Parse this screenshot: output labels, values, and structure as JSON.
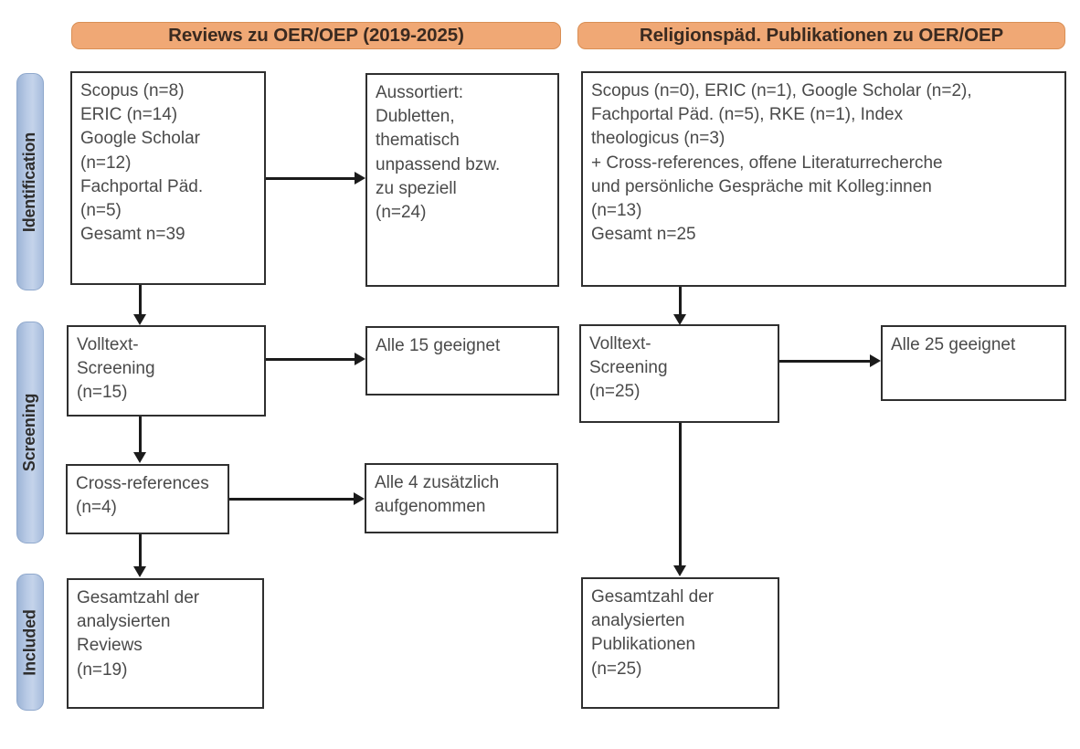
{
  "figure": {
    "kind": "prisma-flow-diagram",
    "colors": {
      "header_fill": "#f0a875",
      "header_border": "#d98f55",
      "stage_fill": "#b9cbe6",
      "stage_border": "#8fa8cc",
      "box_border": "#2f2f2f",
      "text": "#4a4a4a",
      "connector": "#1b1b1b",
      "background": "#ffffff"
    }
  },
  "columns": {
    "left": {
      "header": "Reviews zu OER/OEP (2019-2025)"
    },
    "right": {
      "header": "Religionspäd. Publikationen zu OER/OEP"
    }
  },
  "stages": [
    {
      "id": "identification",
      "label": "Identification"
    },
    {
      "id": "screening",
      "label": "Screening"
    },
    {
      "id": "included",
      "label": "Included"
    }
  ],
  "left_column": {
    "sources": {
      "lines": [
        "Scopus (n=8)",
        "ERIC (n=14)",
        "Google Scholar",
        "(n=12)",
        "Fachportal Päd.",
        "(n=5)",
        "Gesamt n=39"
      ]
    },
    "excluded": {
      "lines": [
        "Aussortiert:",
        "Dubletten,",
        "thematisch",
        "unpassend bzw.",
        "zu speziell",
        "(n=24)"
      ]
    },
    "fulltext": {
      "lines": [
        "Volltext-",
        "Screening",
        "(n=15)"
      ]
    },
    "all_suitable": {
      "lines": [
        "Alle 15 geeignet"
      ]
    },
    "cross_references": {
      "lines": [
        "Cross-references",
        "(n=4)"
      ]
    },
    "all_added": {
      "lines": [
        "Alle 4 zusätzlich",
        "aufgenommen"
      ]
    },
    "total": {
      "lines": [
        "Gesamtzahl der",
        "analysierten",
        "Reviews",
        "(n=19)"
      ]
    }
  },
  "right_column": {
    "sources": {
      "lines": [
        "Scopus (n=0), ERIC (n=1), Google Scholar (n=2),",
        "Fachportal Päd. (n=5), RKE (n=1), Index",
        "theologicus (n=3)",
        "+ Cross-references, offene Literaturrecherche",
        "und persönliche Gespräche mit Kolleg:innen",
        "(n=13)",
        "Gesamt n=25"
      ]
    },
    "fulltext": {
      "lines": [
        "Volltext-",
        "Screening",
        "(n=25)"
      ]
    },
    "all_suitable": {
      "lines": [
        "Alle 25 geeignet"
      ]
    },
    "total": {
      "lines": [
        "Gesamtzahl der",
        "analysierten",
        "Publikationen",
        "(n=25)"
      ]
    }
  },
  "chart_data": {
    "type": "diagram",
    "title": "PRISMA-Flussdiagramm: Reviews und religionspädagogische Publikationen zu OER/OEP",
    "nodes": [
      {
        "id": "left-sources",
        "stage": "identification",
        "column": "left",
        "n": 39,
        "records": [
          {
            "source": "Scopus",
            "n": 8
          },
          {
            "source": "ERIC",
            "n": 14
          },
          {
            "source": "Google Scholar",
            "n": 12
          },
          {
            "source": "Fachportal Päd.",
            "n": 5
          }
        ]
      },
      {
        "id": "left-excluded",
        "stage": "identification",
        "column": "left",
        "n": 24,
        "reason": "Dubletten, thematisch unpassend bzw. zu speziell"
      },
      {
        "id": "left-fulltext",
        "stage": "screening",
        "column": "left",
        "n": 15
      },
      {
        "id": "left-all-suitable",
        "stage": "screening",
        "column": "left",
        "n": 15
      },
      {
        "id": "left-crossref",
        "stage": "screening",
        "column": "left",
        "n": 4
      },
      {
        "id": "left-all-added",
        "stage": "screening",
        "column": "left",
        "n": 4
      },
      {
        "id": "left-total",
        "stage": "included",
        "column": "left",
        "n": 19
      },
      {
        "id": "right-sources",
        "stage": "identification",
        "column": "right",
        "n": 25,
        "records": [
          {
            "source": "Scopus",
            "n": 0
          },
          {
            "source": "ERIC",
            "n": 1
          },
          {
            "source": "Google Scholar",
            "n": 2
          },
          {
            "source": "Fachportal Päd.",
            "n": 5
          },
          {
            "source": "RKE",
            "n": 1
          },
          {
            "source": "Index theologicus",
            "n": 3
          },
          {
            "source": "Cross-references, offene Literaturrecherche und persönliche Gespräche mit Kolleg:innen",
            "n": 13
          }
        ]
      },
      {
        "id": "right-fulltext",
        "stage": "screening",
        "column": "right",
        "n": 25
      },
      {
        "id": "right-all-suitable",
        "stage": "screening",
        "column": "right",
        "n": 25
      },
      {
        "id": "right-total",
        "stage": "included",
        "column": "right",
        "n": 25
      }
    ],
    "edges": [
      {
        "from": "left-sources",
        "to": "left-excluded",
        "direction": "right"
      },
      {
        "from": "left-sources",
        "to": "left-fulltext",
        "direction": "down"
      },
      {
        "from": "left-fulltext",
        "to": "left-all-suitable",
        "direction": "right"
      },
      {
        "from": "left-fulltext",
        "to": "left-crossref",
        "direction": "down"
      },
      {
        "from": "left-crossref",
        "to": "left-all-added",
        "direction": "right"
      },
      {
        "from": "left-crossref",
        "to": "left-total",
        "direction": "down"
      },
      {
        "from": "right-sources",
        "to": "right-fulltext",
        "direction": "down"
      },
      {
        "from": "right-fulltext",
        "to": "right-all-suitable",
        "direction": "right"
      },
      {
        "from": "right-fulltext",
        "to": "right-total",
        "direction": "down"
      }
    ]
  }
}
